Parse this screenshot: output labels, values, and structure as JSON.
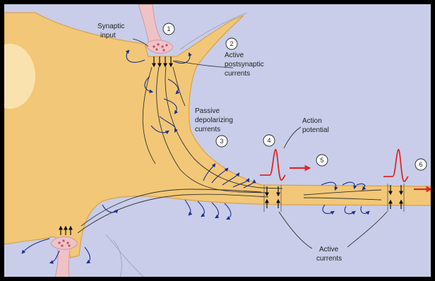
{
  "labels": {
    "synaptic_input_1": "Synaptic",
    "synaptic_input_2": "input",
    "active_post_1": "Active",
    "active_post_2": "postsynaptic",
    "active_post_3": "currents",
    "passive_1": "Passive",
    "passive_2": "depolarizing",
    "passive_3": "currents",
    "action_1": "Action",
    "action_2": "potential",
    "active_currents_1": "Active",
    "active_currents_2": "currents"
  },
  "steps": [
    "1",
    "2",
    "3",
    "4",
    "5",
    "6"
  ],
  "colors": {
    "background": "#c9cde9",
    "neuron": "#f2c777",
    "neuron_edge": "#d9a24c",
    "synapse": "#efc2c6",
    "spike": "#d62b2b",
    "current_arrow": "#1b2f8f",
    "frame_border": "#000000"
  }
}
